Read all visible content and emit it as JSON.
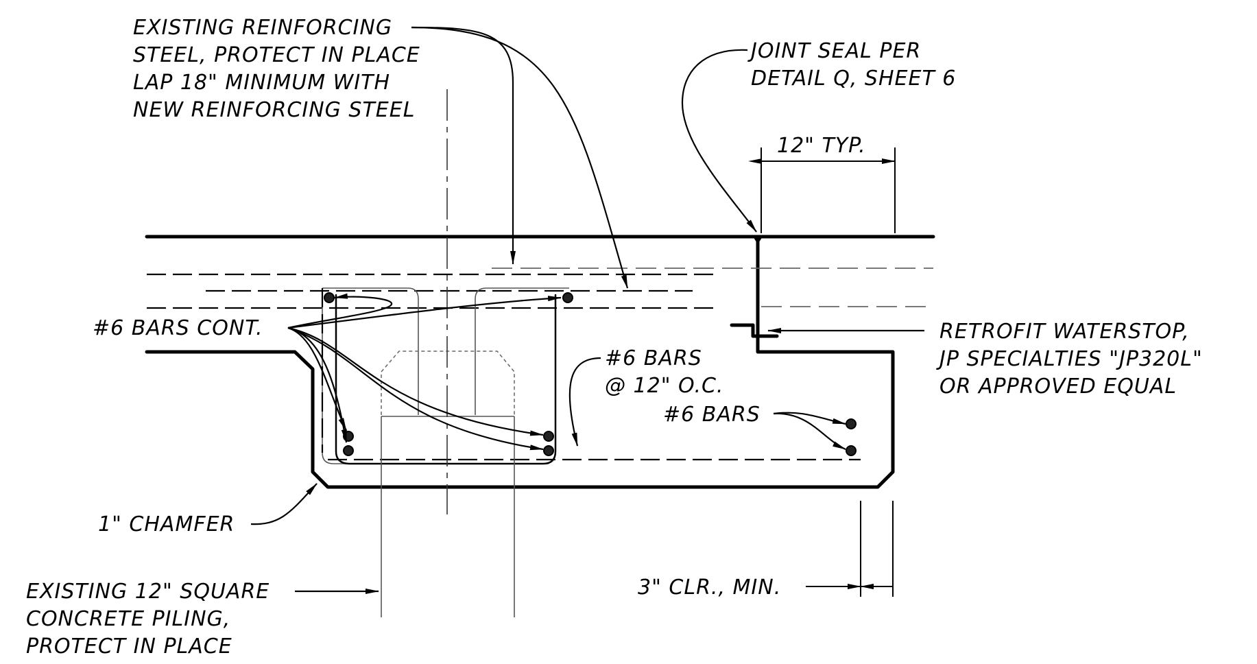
{
  "labels": {
    "existing_reinforcing_1": "EXISTING REINFORCING",
    "existing_reinforcing_2": "STEEL, PROTECT IN PLACE",
    "existing_reinforcing_3": "LAP 18\" MINIMUM WITH",
    "existing_reinforcing_4": "NEW REINFORCING STEEL",
    "joint_seal_1": "JOINT SEAL PER",
    "joint_seal_2": "DETAIL Q, SHEET 6",
    "typ_dim": "12\" TYP.",
    "bars_cont": "#6 BARS CONT.",
    "waterstop_1": "RETROFIT WATERSTOP,",
    "waterstop_2": "JP SPECIALTIES \"JP320L\"",
    "waterstop_3": "OR APPROVED EQUAL",
    "bars_oc_1": "#6 BARS",
    "bars_oc_2": "@ 12\" O.C.",
    "bars_right": "#6 BARS",
    "chamfer": "1\" CHAMFER",
    "piling_1": "EXISTING 12\" SQUARE",
    "piling_2": "CONCRETE PILING,",
    "piling_3": "PROTECT IN PLACE",
    "clearance": "3\" CLR., MIN."
  }
}
